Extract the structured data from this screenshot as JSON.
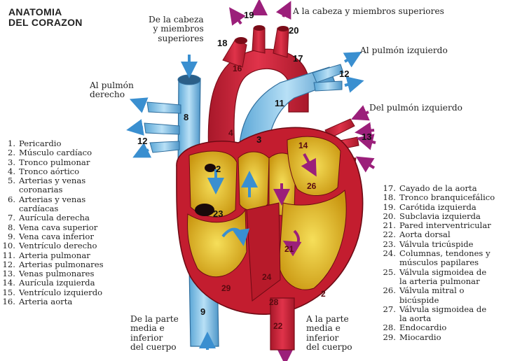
{
  "title": {
    "line1": "ANATOMIA",
    "line2": "DEL CORAZON"
  },
  "captions": {
    "from_head": [
      "De la cabeza",
      "y miembros",
      "superiores"
    ],
    "to_head": "A la cabeza y miembros superiores",
    "to_left_lung": "Al pulmón izquierdo",
    "to_right_lung": [
      "Al pulmón",
      "derecho"
    ],
    "from_left_lung": "Del pulmón izquierdo",
    "from_lower_body": [
      "De la parte",
      "media e",
      "inferior",
      "del cuerpo"
    ],
    "to_lower_body": [
      "A la parte",
      "media e",
      "inferior",
      "del cuerpo"
    ]
  },
  "legend_left": [
    {
      "num": "1.",
      "text": "Pericardio"
    },
    {
      "num": "2.",
      "text": "Músculo cardíaco"
    },
    {
      "num": "3.",
      "text": "Tronco pulmonar"
    },
    {
      "num": "4.",
      "text": "Tronco aórtico"
    },
    {
      "num": "5.",
      "text": "Arterias y venas"
    },
    {
      "num": "",
      "text": "coronarias"
    },
    {
      "num": "6.",
      "text": "Arterias y venas"
    },
    {
      "num": "",
      "text": "cardíacas"
    },
    {
      "num": "7.",
      "text": "Aurícula derecha"
    },
    {
      "num": "8.",
      "text": "Vena cava superior"
    },
    {
      "num": "9.",
      "text": "Vena cava inferior"
    },
    {
      "num": "10.",
      "text": "Ventrículo derecho"
    },
    {
      "num": "11.",
      "text": "Arteria pulmonar"
    },
    {
      "num": "12.",
      "text": "Arterias pulmonares"
    },
    {
      "num": "13.",
      "text": "Venas pulmonares"
    },
    {
      "num": "14.",
      "text": "Aurícula izquierda"
    },
    {
      "num": "15.",
      "text": "Ventrículo izquierdo"
    },
    {
      "num": "16.",
      "text": "Arteria aorta"
    }
  ],
  "legend_right": [
    {
      "num": "17.",
      "text": "Cayado de la aorta"
    },
    {
      "num": "18.",
      "text": "Tronco branquicefálico"
    },
    {
      "num": "19.",
      "text": "Carótida izquierda"
    },
    {
      "num": "20.",
      "text": "Subclavia izquierda"
    },
    {
      "num": "21.",
      "text": "Pared interventricular"
    },
    {
      "num": "22.",
      "text": "Aorta dorsal"
    },
    {
      "num": "23.",
      "text": "Válvula tricúspide"
    },
    {
      "num": "24.",
      "text": "Columnas, tendones y"
    },
    {
      "num": "",
      "text": "músculos papilares"
    },
    {
      "num": "25.",
      "text": "Válvula sigmoidea de"
    },
    {
      "num": "",
      "text": "la arteria pulmonar"
    },
    {
      "num": "26.",
      "text": "Válvula mitral o"
    },
    {
      "num": "",
      "text": "bicúspide"
    },
    {
      "num": "27.",
      "text": "Válvula sigmoidea de"
    },
    {
      "num": "",
      "text": "la aorta"
    },
    {
      "num": "28.",
      "text": "Endocardio"
    },
    {
      "num": "29.",
      "text": "Miocardio"
    }
  ],
  "part_numbers": {
    "n19": "19",
    "n20": "20",
    "n18": "18",
    "n17": "17",
    "n16": "16",
    "n12a": "12",
    "n12b": "12",
    "n13": "13",
    "n8": "8",
    "n11": "11",
    "n4": "4",
    "n3": "3",
    "n2": "2",
    "n14": "14",
    "n26": "26",
    "n23": "23",
    "n21": "21",
    "n24": "24",
    "n29": "29",
    "n9": "9",
    "n28": "28",
    "n22": "22",
    "n2b": "2"
  },
  "colors": {
    "artery_red": "#d8223a",
    "vein_blue": "#7fc0e6",
    "muscle": "#b71a2a",
    "valve_yellow": "#f0c418",
    "arrow_blue": "#3a8fd0",
    "arrow_purple": "#9b1f7a"
  }
}
